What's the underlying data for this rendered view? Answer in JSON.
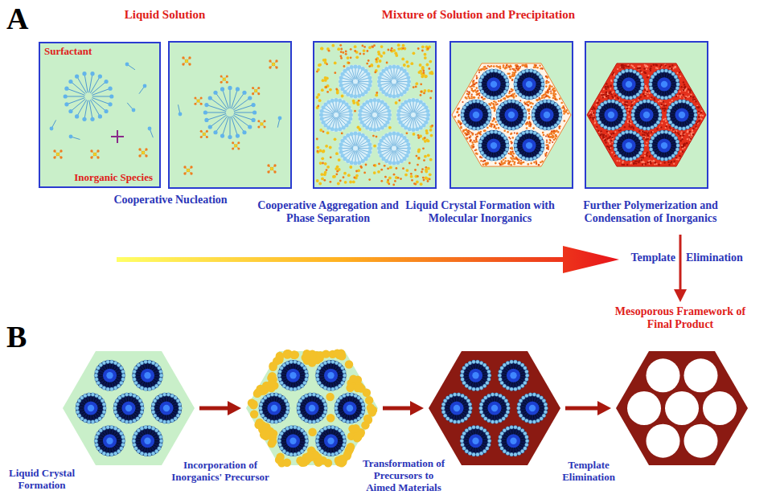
{
  "diagram": {
    "nodes": [
      {
        "text": [
          "Surfactant",
          "Inorganic Species"
        ]
      }
    ],
    "labels": [
      "A",
      "Liquid Solution",
      "Mixture of Solution and Precipitation",
      "Cooperative Nucleation",
      "Cooperative Aggregation and Phase Separation",
      "Liquid Crystal Formation with Molecular Inorganics",
      "Further Polymerization and Condensation of Inorganics",
      "Template",
      "Elimination",
      "Mesoporous Framework of Final Product",
      "B",
      "Liquid Crystal Formation",
      "Incorporation of Inorganics' Precursor",
      "Transformation of Precursors to Aimed Materials",
      "Template Elimination"
    ]
  }
}
